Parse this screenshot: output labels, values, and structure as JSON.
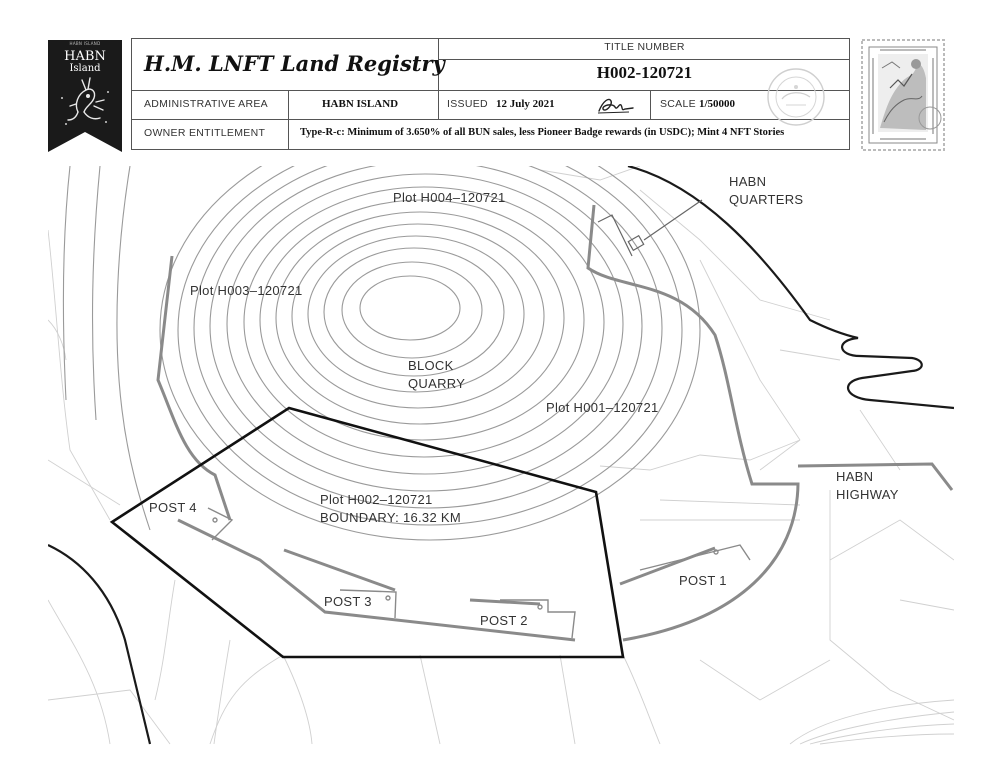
{
  "banner": {
    "tiny_text": "HABN ISLAND",
    "title": "HABN",
    "subtitle": "Island"
  },
  "header": {
    "registry_title": "H.M. LNFT Land Registry",
    "title_number_label": "TITLE NUMBER",
    "title_number": "H002-120721",
    "admin_area_label": "ADMINISTRATIVE AREA",
    "admin_area": "HABN ISLAND",
    "issued_label": "ISSUED",
    "issued_date": "12 July 2021",
    "scale_label": "SCALE",
    "scale_value": "1/50000",
    "owner_label": "OWNER ENTITLEMENT",
    "owner_value": "Type-R-c: Minimum of 3.650% of all BUN sales, less Pioneer Badge rewards (in USDC); Mint 4 NFT Stories"
  },
  "map": {
    "labels": {
      "plot_h004": "Plot H004–120721",
      "plot_h003": "Plot H003–120721",
      "plot_h001": "Plot H001–120721",
      "plot_h002": "Plot H002–120721",
      "boundary": "BOUNDARY: 16.32 KM",
      "quarry_1": "BLOCK",
      "quarry_2": "QUARRY",
      "quarters_1": "HABN",
      "quarters_2": "QUARTERS",
      "highway_1": "HABN",
      "highway_2": "HIGHWAY",
      "post1": "POST 1",
      "post2": "POST 2",
      "post3": "POST 3",
      "post4": "POST 4"
    }
  },
  "colors": {
    "banner": "#1a1a1a",
    "boundary": "#111111",
    "road": "#8a8a8a",
    "contour": "#9a9a9a",
    "parcel": "#d0d0d0"
  }
}
